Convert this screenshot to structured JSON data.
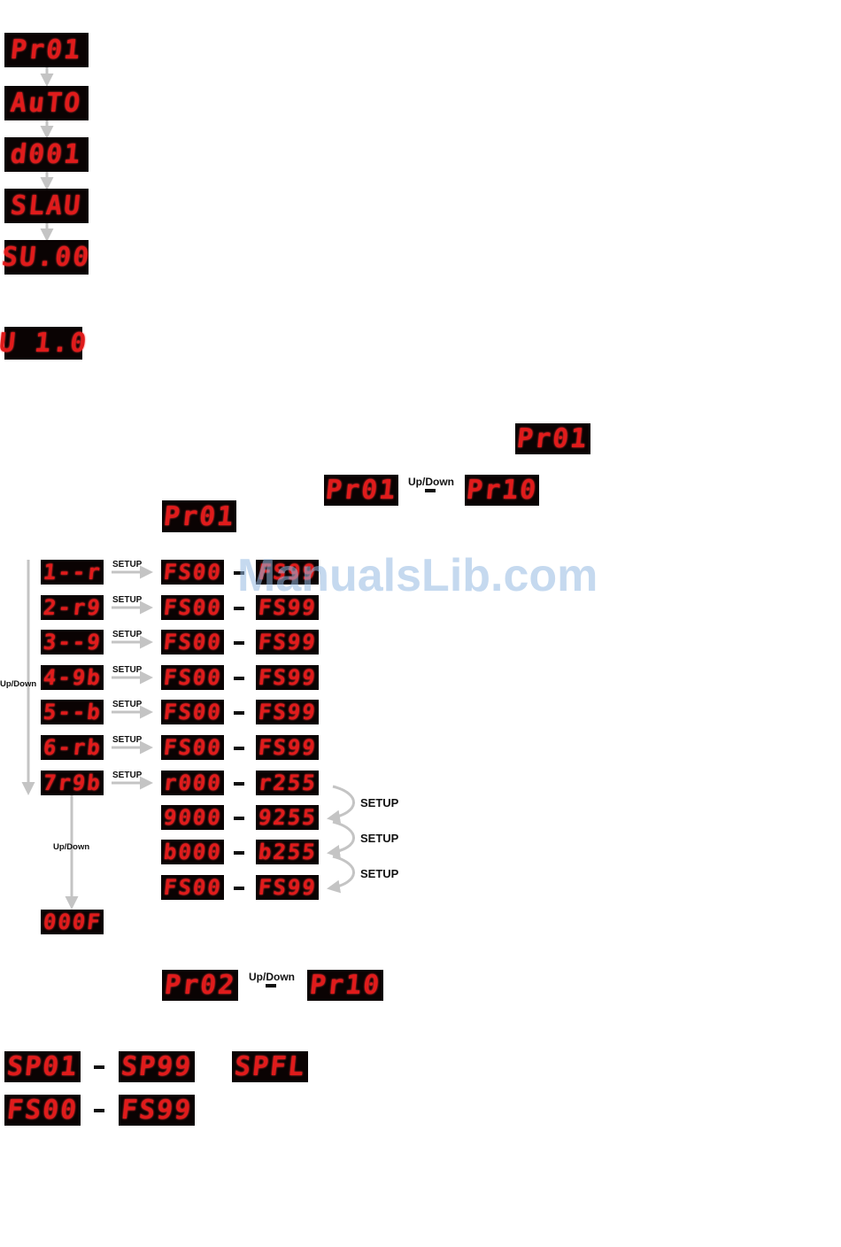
{
  "startup_sequence": [
    "Pr01",
    "AuTO",
    "d001",
    "SLAU",
    "SU.00"
  ],
  "version": "U 1.0",
  "program_display": "Pr01",
  "program_range": {
    "from": "Pr01",
    "to": "Pr10",
    "label": "Up/Down"
  },
  "program_select": "Pr01",
  "menu": {
    "side_label": "Up/Down",
    "arrow_label": "SETUP",
    "rows": [
      {
        "mode": "1--r",
        "from": "FS00",
        "to": "FS99"
      },
      {
        "mode": "2-r9",
        "from": "FS00",
        "to": "FS99"
      },
      {
        "mode": "3--9",
        "from": "FS00",
        "to": "FS99"
      },
      {
        "mode": "4-9b",
        "from": "FS00",
        "to": "FS99"
      },
      {
        "mode": "5--b",
        "from": "FS00",
        "to": "FS99"
      },
      {
        "mode": "6-rb",
        "from": "FS00",
        "to": "FS99"
      },
      {
        "mode": "7r9b",
        "from": "r000",
        "to": "r255"
      }
    ],
    "sub_rows": [
      {
        "from": "9000",
        "to": "9255"
      },
      {
        "from": "b000",
        "to": "b255"
      },
      {
        "from": "FS00",
        "to": "FS99"
      }
    ],
    "curve_label": "SETUP",
    "bottom_label": "Up/Down",
    "bottom_display": "000F"
  },
  "program2_range": {
    "from": "Pr02",
    "to": "Pr10",
    "label": "Up/Down"
  },
  "speed_range": {
    "from": "SP01",
    "to": "SP99"
  },
  "speed_fl": "SPFL",
  "flash_range": {
    "from": "FS00",
    "to": "FS99"
  },
  "watermark": "ManualsLib.com"
}
